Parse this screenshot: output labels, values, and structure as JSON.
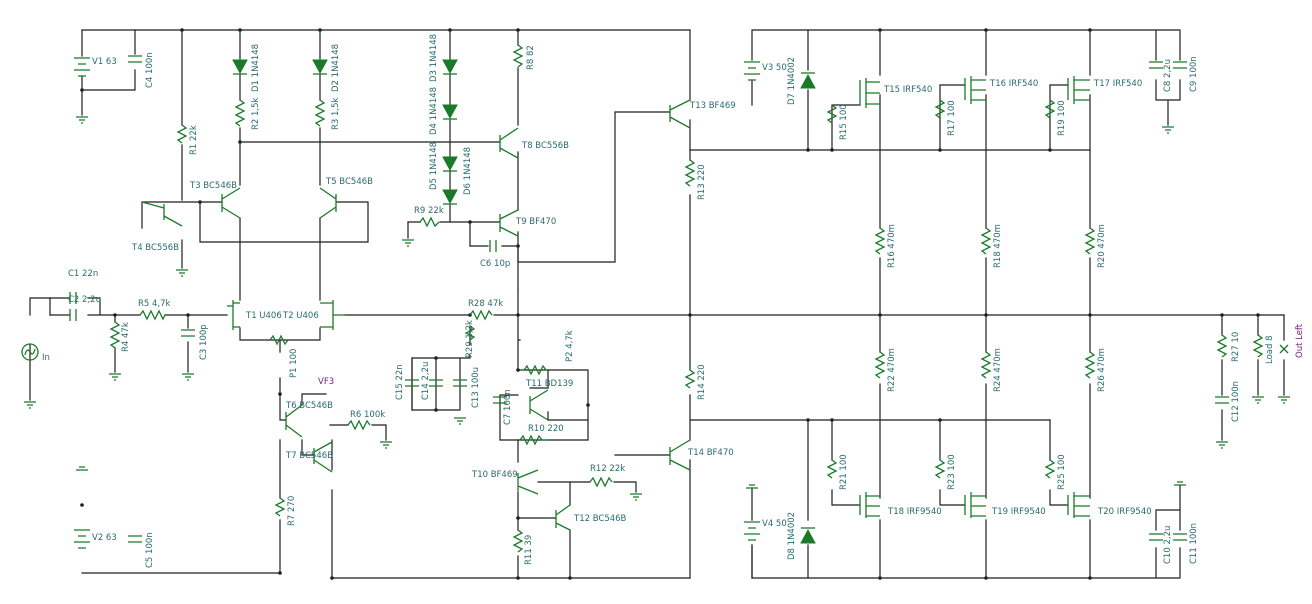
{
  "schematic": {
    "supplies": {
      "v1": "V1 63",
      "v2": "V2 63",
      "v3": "V3 50",
      "v4": "V4 50"
    },
    "labels": {
      "c4": "C4 100n",
      "c5": "C5 100n",
      "d1": "D1 1N4148",
      "d2": "D2 1N4148",
      "d3": "D3 1N4148",
      "d4": "D4 1N4148",
      "d5": "D5 1N4148",
      "d6": "D6 1N4148",
      "d7": "D7 1N4002",
      "d8": "D8 1N4002",
      "r1": "R1 22k",
      "r2": "R2 1,5k",
      "r3": "R3 1,5k",
      "r4": "R4 47k",
      "r5": "R5 4,7k",
      "r6": "R6 100k",
      "r7": "R7 270",
      "r8": "R8 82",
      "r9": "R9 22k",
      "r10": "R10 220",
      "r11": "R11 39",
      "r12": "R12 22k",
      "r13": "R13 220",
      "r14": "R14 220",
      "r15": "R15 100",
      "r16": "R16 470m",
      "r17": "R17 100",
      "r18": "R18 470m",
      "r19": "R19 100",
      "r20": "R20 470m",
      "r21": "R21 100",
      "r22": "R22 470m",
      "r23": "R23 100",
      "r24": "R24 470m",
      "r25": "R25 100",
      "r26": "R26 470m",
      "r27": "R27 10",
      "r28": "R28 47k",
      "r29": "R29 1,2k",
      "p1": "P1 100",
      "p2": "P2 4,7k",
      "t1": "T1 U406",
      "t2": "T2 U406",
      "t3": "T3 BC546B",
      "t4": "T4 BC556B",
      "t5": "T5 BC546B",
      "t6": "T6 BC546B",
      "t7": "T7 BC546B",
      "t8": "T8 BC556B",
      "t9": "T9 BF470",
      "t10": "T10 BF469",
      "t11": "T11 BD139",
      "t12": "T12 BC546B",
      "t13": "T13 BF469",
      "t14": "T14 BF470",
      "t15": "T15 IRF540",
      "t16": "T16 IRF540",
      "t17": "T17 IRF540",
      "t18": "T18 IRF9540",
      "t19": "T19 IRF9540",
      "t20": "T20 IRF9540",
      "c1": "C1 22n",
      "c2": "C2 2,2u",
      "c3": "C3 100p",
      "c6": "C6 10p",
      "c7": "C7 100n",
      "c8": "C8 2,2u",
      "c9": "C9 100n",
      "c10": "C10 2,2u",
      "c11": "C11 100n",
      "c12": "C12 100n",
      "c13": "C13 100u",
      "c14": "C14 2,2u",
      "c15": "C15 22n",
      "load": "Load 8",
      "in": "In",
      "out": "Out Left",
      "vf3": "VF3"
    }
  }
}
